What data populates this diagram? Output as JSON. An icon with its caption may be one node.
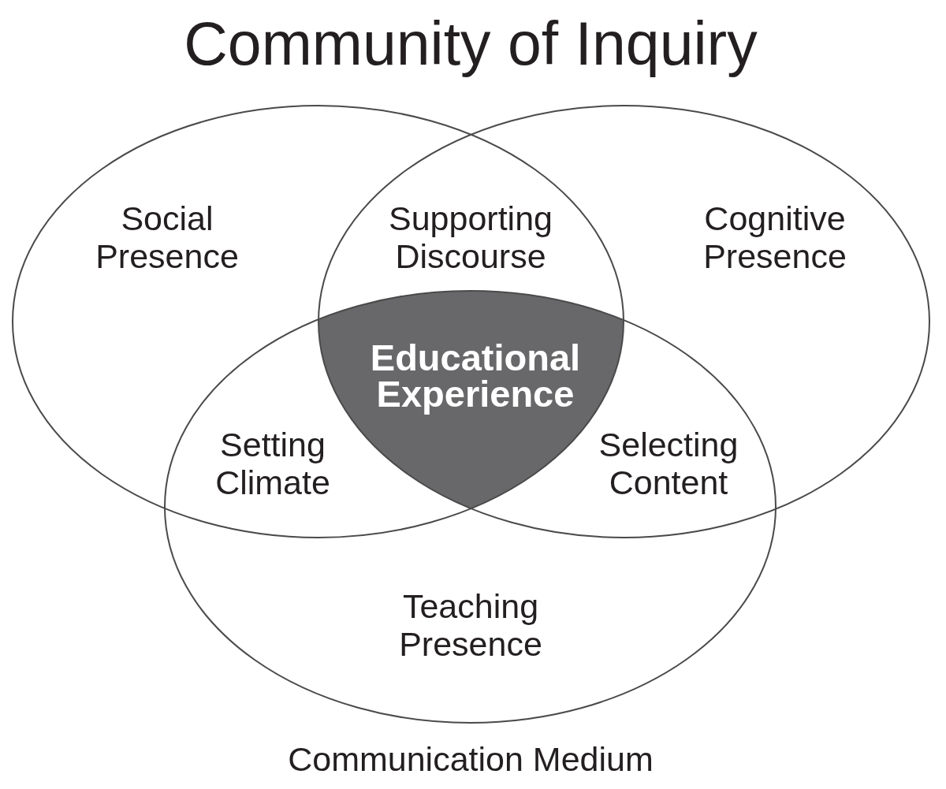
{
  "diagram": {
    "title": "Community of Inquiry",
    "nodes": [
      {
        "text": [
          "Social Presence"
        ]
      },
      {
        "text": [
          "Supporting Discourse"
        ]
      },
      {
        "text": [
          "Cognitive Presence"
        ]
      },
      {
        "text": [
          "Educational Experience"
        ]
      },
      {
        "text": [
          "Setting Climate"
        ]
      },
      {
        "text": [
          "Selecting Content"
        ]
      },
      {
        "text": [
          "Teaching Presence"
        ]
      }
    ],
    "labels": [
      "Communication Medium"
    ]
  }
}
